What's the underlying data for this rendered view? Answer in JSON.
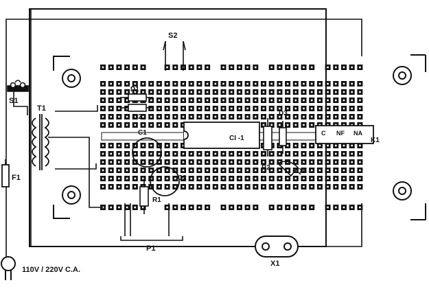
{
  "diagram": {
    "labels": {
      "s1": "S1",
      "s2": "S2",
      "t1": "T1",
      "f1": "F1",
      "d1": "D1",
      "d2": "D2",
      "d3": "D3",
      "c1": "C1",
      "c2": "C2",
      "r1": "R1",
      "r2": "R2",
      "q1": "Q1",
      "ci1": "CI -1",
      "c": "C",
      "nf": "NF",
      "na": "NA",
      "k1": "K1",
      "p1": "P1",
      "x1": "X1",
      "supply": "110V / 220V C.A."
    },
    "colors": {
      "ink": "#111111",
      "paper": "#ffffff"
    }
  }
}
